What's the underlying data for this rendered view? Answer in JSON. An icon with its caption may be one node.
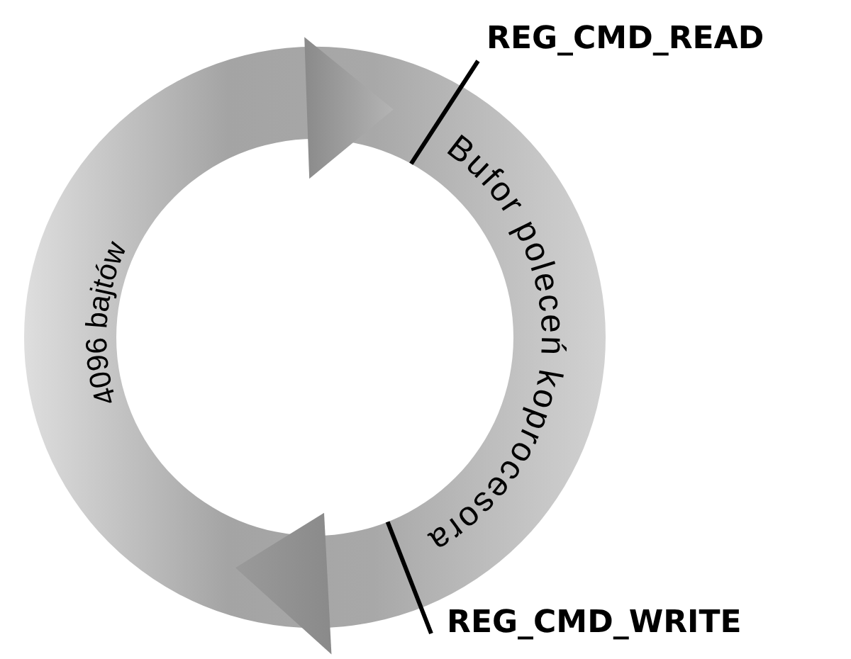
{
  "diagram": {
    "nodes": [
      {
        "text": [
          "4096 bajtów",
          "Bufor poleceń koprocesora"
        ]
      },
      {
        "text": [
          "REG_CMD_READ"
        ]
      },
      {
        "text": [
          "REG_CMD_WRITE"
        ]
      }
    ],
    "edges": [
      {
        "from": 1,
        "to": 0,
        "arrow": "none"
      },
      {
        "from": 2,
        "to": 0,
        "arrow": "none"
      }
    ]
  }
}
